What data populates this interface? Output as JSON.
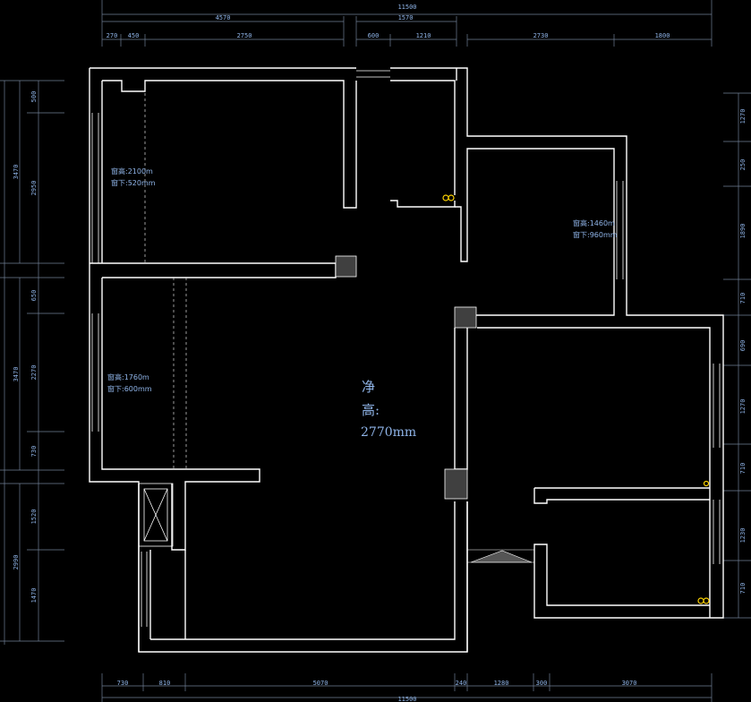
{
  "colors": {
    "background": "#000000",
    "wall": "#ffffff",
    "dimension": "#6f7f95",
    "text": "#8fb4e8",
    "column": "#404040",
    "gas_marker": "#ffd400"
  },
  "center_label": {
    "line1": "净",
    "line2": "高:",
    "height": "2770mm"
  },
  "window_notes": {
    "left_upper": [
      "窗高:2100m",
      "窗下:520mm"
    ],
    "left_middle": [
      "窗高:1760m",
      "窗下:600mm"
    ],
    "right_upper": [
      "窗高:1460m",
      "窗下:960mm"
    ]
  },
  "dimensions": {
    "top_total": "11500",
    "top_row1": [
      "4570",
      "1570"
    ],
    "top_row2": [
      "270",
      "450",
      "2750",
      "600",
      "1210",
      "2730",
      "1800"
    ],
    "bottom_row1": [
      "730",
      "810",
      "5070",
      "240",
      "1280",
      "300",
      "3070"
    ],
    "bottom_total": "11500",
    "left_outer": [
      "3470",
      "3470",
      "2990"
    ],
    "left_inner": [
      "500",
      "2950",
      "650",
      "2270",
      "730",
      "1520",
      "1470"
    ],
    "right": [
      "1270",
      "250",
      "1890",
      "710",
      "690",
      "1270",
      "710",
      "1230",
      "710"
    ]
  }
}
